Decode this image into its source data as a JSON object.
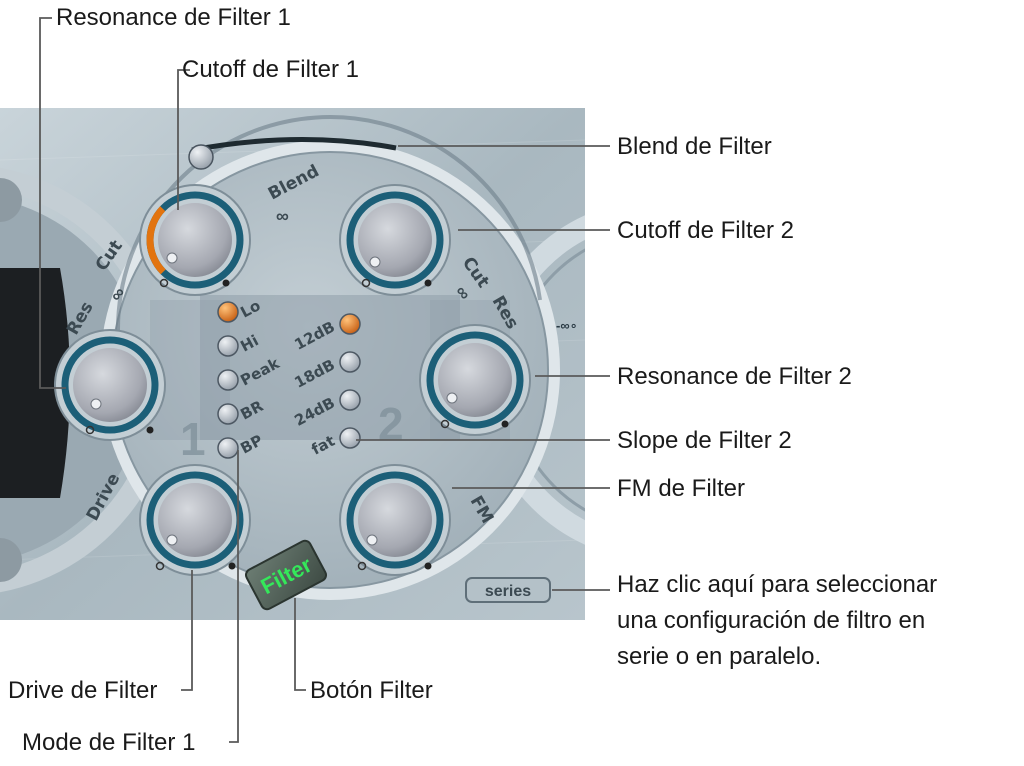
{
  "colors": {
    "accent_orange": "#e2740f",
    "led_green_text": "#34e85a",
    "panel_bg": "#b9c6cd",
    "ring_blue": "#1c5f78",
    "leader_line": "#5a5a5a"
  },
  "panel": {
    "blend_label": "Blend",
    "cut_left_label": "Cut",
    "cut_right_label": "Cut",
    "res_left_label": "Res",
    "res_right_label": "Res",
    "drive_label": "Drive",
    "fm_label": "FM",
    "filter1_number": "1",
    "filter2_number": "2",
    "filter_button_label": "Filter",
    "series_button_label": "series",
    "mode_options": [
      "Lo",
      "Hi",
      "Peak",
      "BR",
      "BP"
    ],
    "mode_selected_index": 0,
    "slope_options": [
      "12dB",
      "18dB",
      "24dB",
      "fat"
    ],
    "slope_selected_index": 0,
    "cutoff1_level": 0.33
  },
  "callouts": {
    "resonance_filter1": "Resonance de Filter 1",
    "cutoff_filter1": "Cutoff de Filter 1",
    "blend_filter": "Blend de Filter",
    "cutoff_filter2": "Cutoff de Filter 2",
    "resonance_filter2": "Resonance de Filter 2",
    "slope_filter2": "Slope de Filter 2",
    "fm_filter": "FM de Filter",
    "series_parallel_line1": "Haz clic aquí para seleccionar",
    "series_parallel_line2": "una configuración de filtro en",
    "series_parallel_line3": "serie o en paralelo.",
    "drive_filter": "Drive de Filter",
    "filter_button": "Botón Filter",
    "mode_filter1": "Mode de Filter 1"
  }
}
